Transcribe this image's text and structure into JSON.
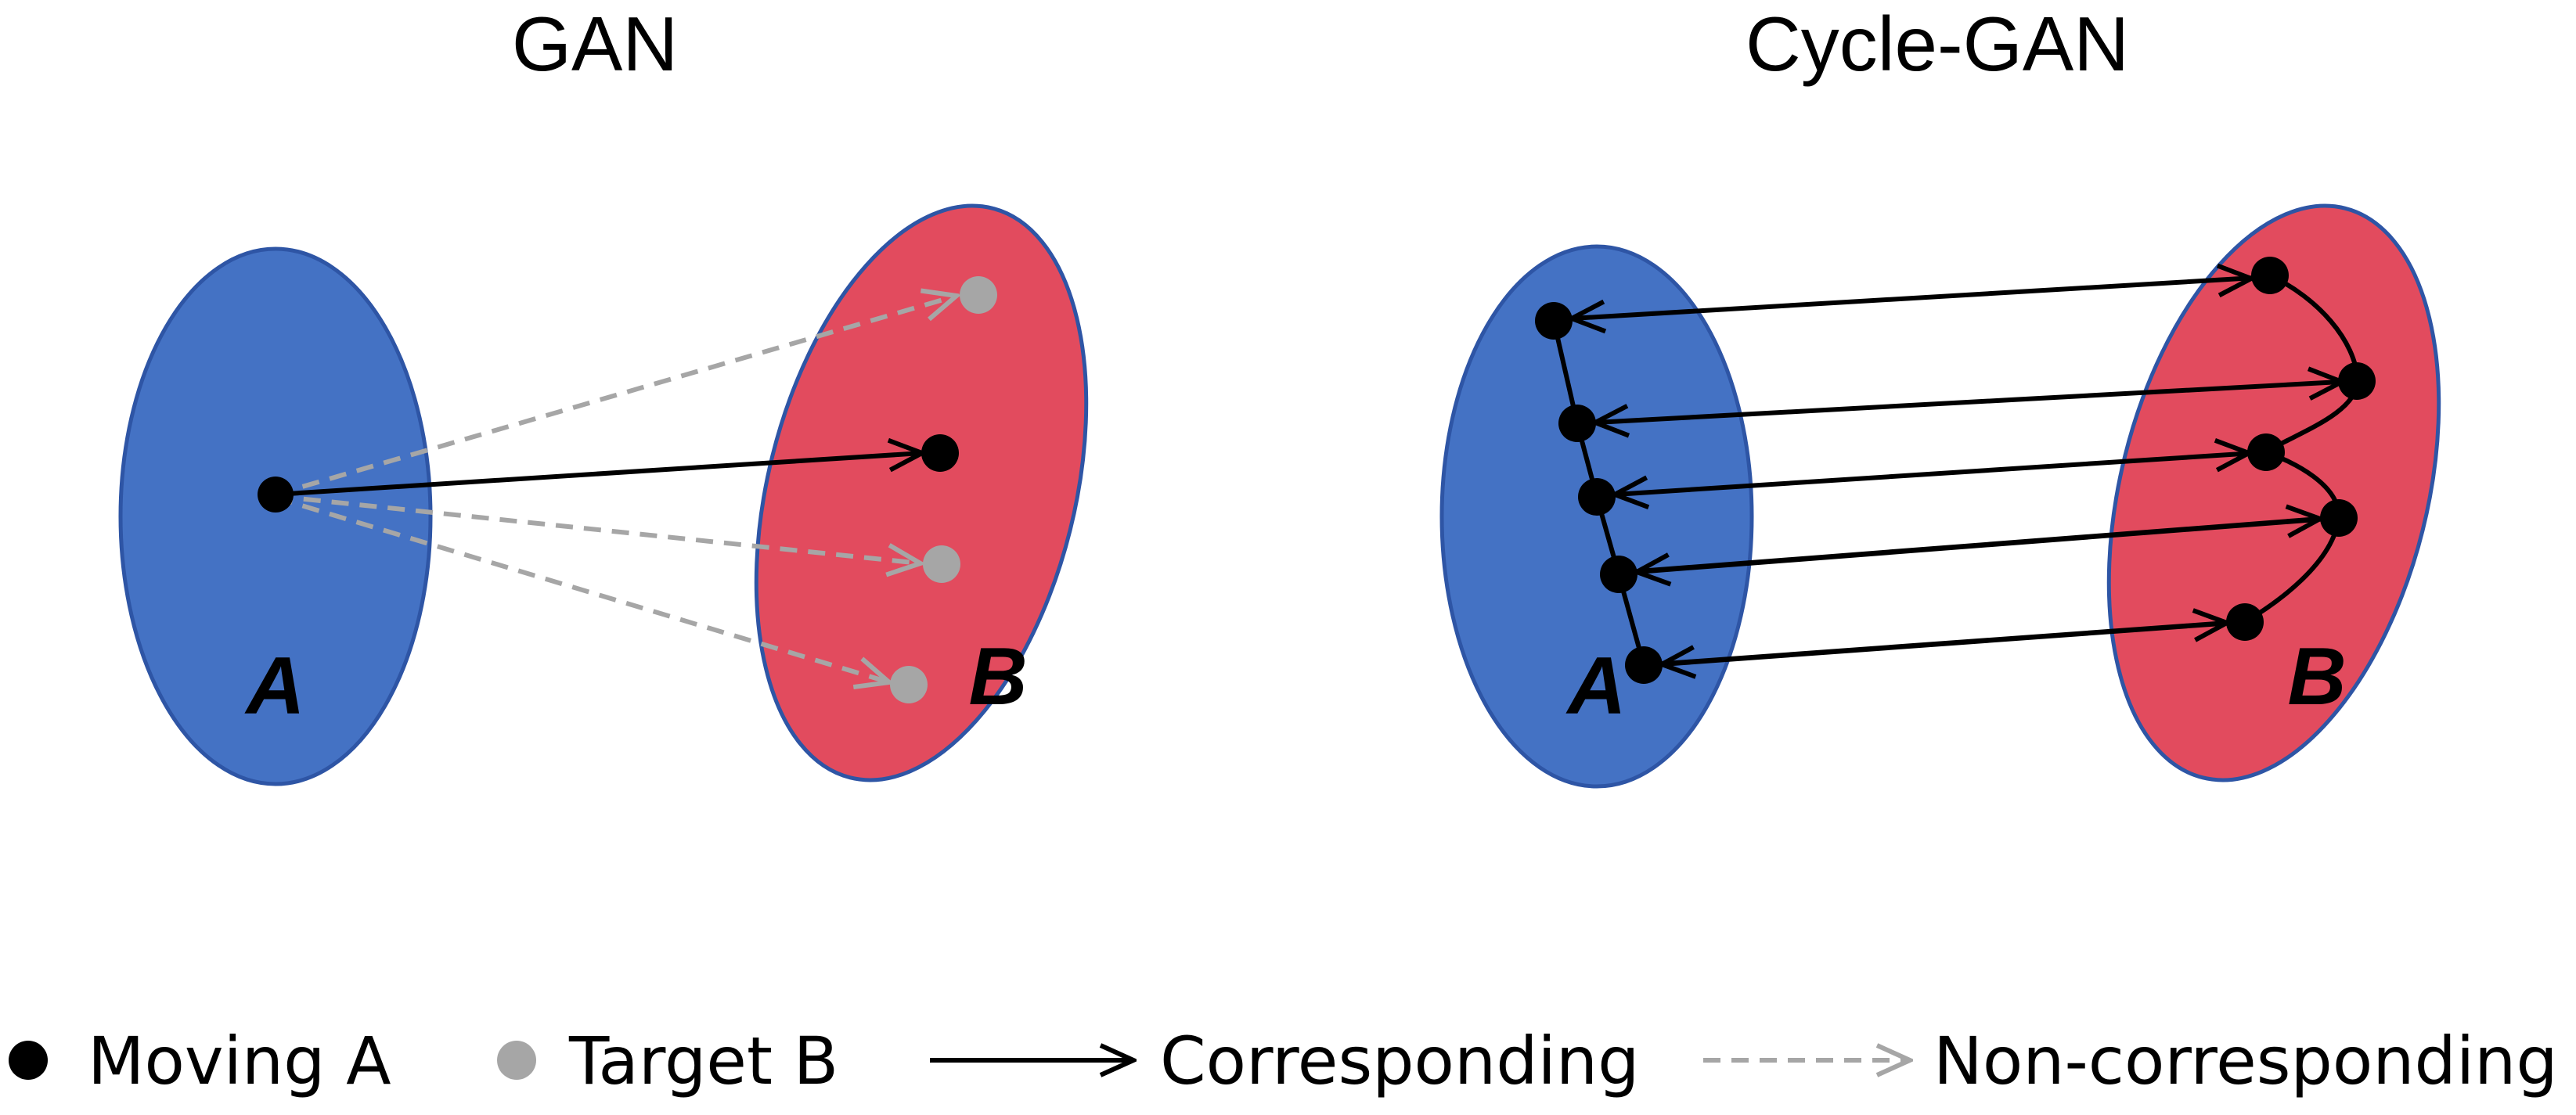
{
  "colors": {
    "set_a_fill": "#4472C4",
    "set_b_fill": "#E24B5E",
    "ellipse_stroke": "#2E55A5",
    "moving_point": "#000000",
    "target_point": "#A6A6A6",
    "corresponding_arrow": "#000000",
    "non_corresponding_arrow": "#A6A6A6"
  },
  "panels": {
    "gan": {
      "title": "GAN",
      "set_a_label": "A",
      "set_b_label": "B"
    },
    "cycle_gan": {
      "title": "Cycle-GAN",
      "set_a_label": "A",
      "set_b_label": "B"
    }
  },
  "legend": {
    "moving": "Moving A",
    "target": "Target B",
    "corresponding": "Corresponding",
    "non_corresponding": "Non-corresponding"
  }
}
